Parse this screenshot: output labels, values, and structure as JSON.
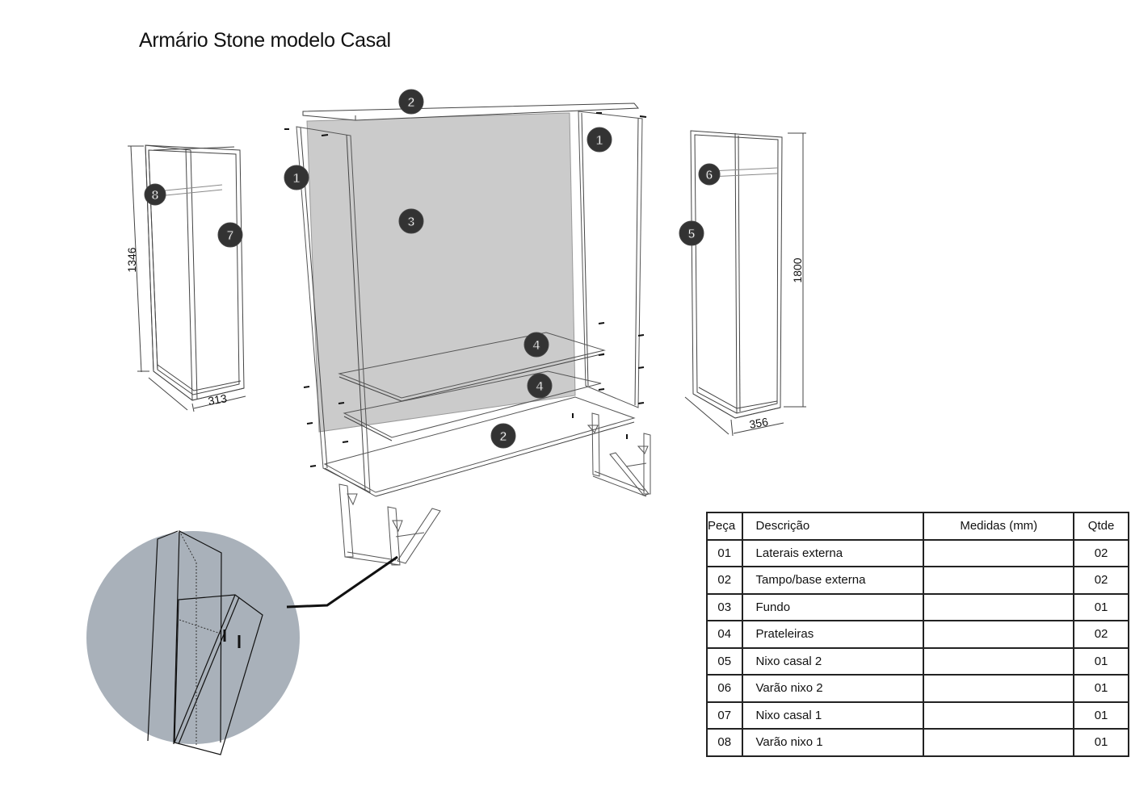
{
  "title": "Armário Stone modelo Casal",
  "callouts": {
    "top_panel": "2",
    "left_side": "1",
    "right_side": "1",
    "back_panel": "3",
    "shelf_upper": "4",
    "shelf_lower": "4",
    "base_panel": "2",
    "right_niche_rod": "6",
    "right_niche": "5",
    "left_niche_rod": "8",
    "left_niche": "7"
  },
  "dimensions": {
    "left_niche_height": "1346",
    "left_niche_width": "313",
    "right_niche_height": "1800",
    "right_niche_width": "356"
  },
  "colors": {
    "back_panel": "#cbcbcb",
    "detail_circle": "#a9b1ba",
    "badge": "#333333",
    "lines": "#333333"
  },
  "table": {
    "headers": {
      "peca": "Peça",
      "descricao": "Descrição",
      "medidas": "Medidas (mm)",
      "qtde": "Qtde"
    },
    "rows": [
      {
        "peca": "01",
        "descricao": "Laterais externa",
        "medidas": "",
        "qtde": "02"
      },
      {
        "peca": "02",
        "descricao": "Tampo/base externa",
        "medidas": "",
        "qtde": "02"
      },
      {
        "peca": "03",
        "descricao": "Fundo",
        "medidas": "",
        "qtde": "01"
      },
      {
        "peca": "04",
        "descricao": "Prateleiras",
        "medidas": "",
        "qtde": "02"
      },
      {
        "peca": "05",
        "descricao": "Nixo casal 2",
        "medidas": "",
        "qtde": "01"
      },
      {
        "peca": "06",
        "descricao": "Varão nixo 2",
        "medidas": "",
        "qtde": "01"
      },
      {
        "peca": "07",
        "descricao": "Nixo casal 1",
        "medidas": "",
        "qtde": "01"
      },
      {
        "peca": "08",
        "descricao": "Varão nixo 1",
        "medidas": "",
        "qtde": "01"
      }
    ]
  }
}
